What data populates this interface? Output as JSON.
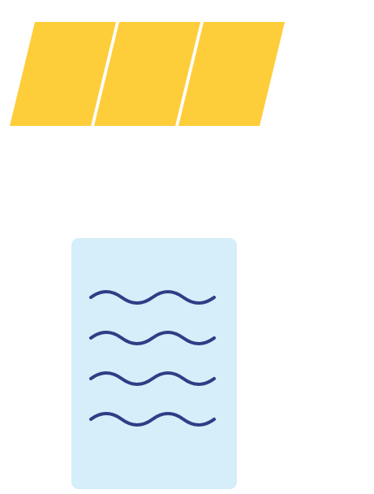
{
  "colors": {
    "background": "#ffffff",
    "stripe": "#FECD3A",
    "card": "#D5EEF9",
    "wave": "#2D3E86"
  },
  "icons": {
    "stripes": "yellow-parallelogram-stripes",
    "card": "document-card-with-wavy-lines",
    "wave": "wavy-line"
  }
}
